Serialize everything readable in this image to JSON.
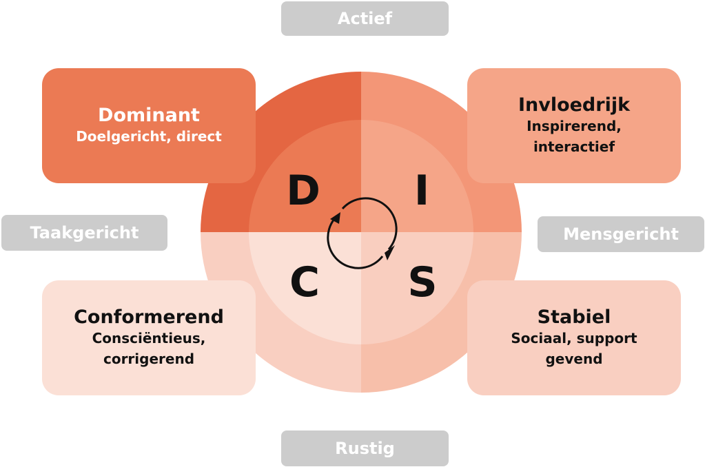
{
  "axes": {
    "top": "Actief",
    "bottom": "Rustig",
    "left": "Taakgericht",
    "right": "Mensgericht"
  },
  "quadrants": [
    {
      "letter": "D",
      "title": "Dominant",
      "subtitle": "Doelgericht, direct",
      "outer": "#e46642",
      "inner": "#eb7a54",
      "box": "#eb7a54",
      "text": "#ffffff"
    },
    {
      "letter": "I",
      "title": "Invloedrijk",
      "subtitle": "Inspirerend, interactief",
      "outer": "#f39677",
      "inner": "#f5a588",
      "box": "#f5a588",
      "text": "#111111"
    },
    {
      "letter": "C",
      "title": "Conformerend",
      "subtitle": "Consciëntieus, corrigerend",
      "outer": "#f9cfc1",
      "inner": "#fbe0d6",
      "box": "#fbe0d6",
      "text": "#111111"
    },
    {
      "letter": "S",
      "title": "Stabiel",
      "subtitle": "Sociaal, support gevend",
      "outer": "#f7bfaa",
      "inner": "#f9cebf",
      "box": "#f9cfc1",
      "text": "#111111"
    }
  ],
  "colors": {
    "axis_bg": "#cccccc"
  }
}
